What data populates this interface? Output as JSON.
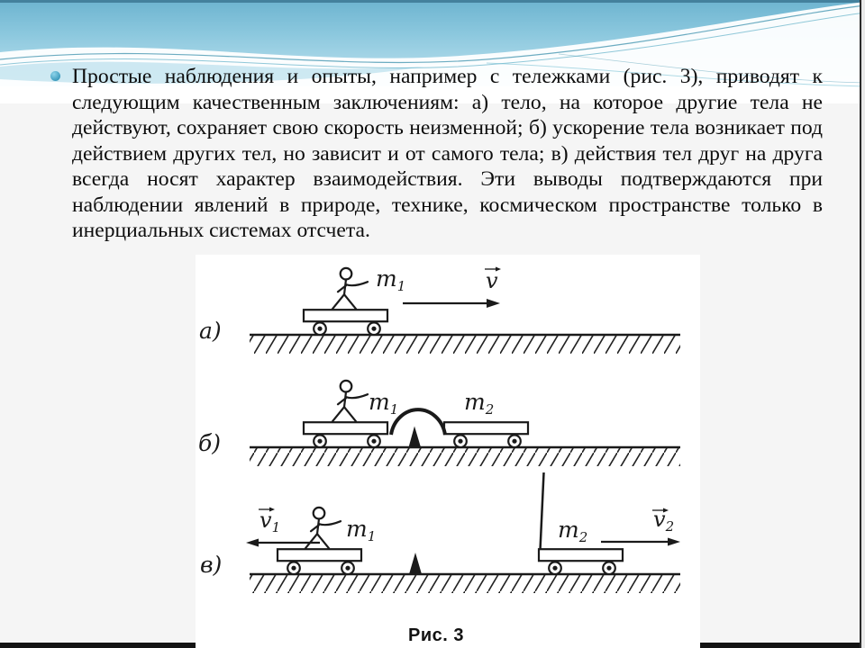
{
  "theme": {
    "top_edge_color": "#3f7b97",
    "header_blue": "#7fc0d8",
    "accent_line_color": "#2f89a6",
    "bullet_color": "#1d84ab",
    "ink_color": "#1a1a1a",
    "slide_background": "#f5f5f5",
    "figure_background": "#ffffff"
  },
  "slide": {
    "paragraph": "Простые наблюдения и опыты, например с тележками (рис. 3), приводят к следующим качественным заключениям: а) тело, на которое другие тела не действуют, сохраняет свою скорость неизменной; б) ускорение тела возникает под действием других тел, но зависит и от самого тела; в) действия тел друг на друга всегда носят характер взаимодействия. Эти выводы подтверждаются при наблюдении явлений в природе, технике, космическом пространстве только в инерциальных системах отсчета."
  },
  "figure": {
    "caption": "Рис. 3",
    "panel_a": {
      "label": "а)",
      "m1": {
        "base": "m",
        "sub": "1"
      },
      "v": {
        "base": "v",
        "sub": ""
      }
    },
    "panel_b": {
      "label": "б)",
      "m1": {
        "base": "m",
        "sub": "1"
      },
      "m2": {
        "base": "m",
        "sub": "2"
      }
    },
    "panel_v": {
      "label": "в)",
      "v1": {
        "base": "v",
        "sub": "1"
      },
      "m1": {
        "base": "m",
        "sub": "1"
      },
      "m2": {
        "base": "m",
        "sub": "2"
      },
      "v2": {
        "base": "v",
        "sub": "2"
      }
    }
  }
}
